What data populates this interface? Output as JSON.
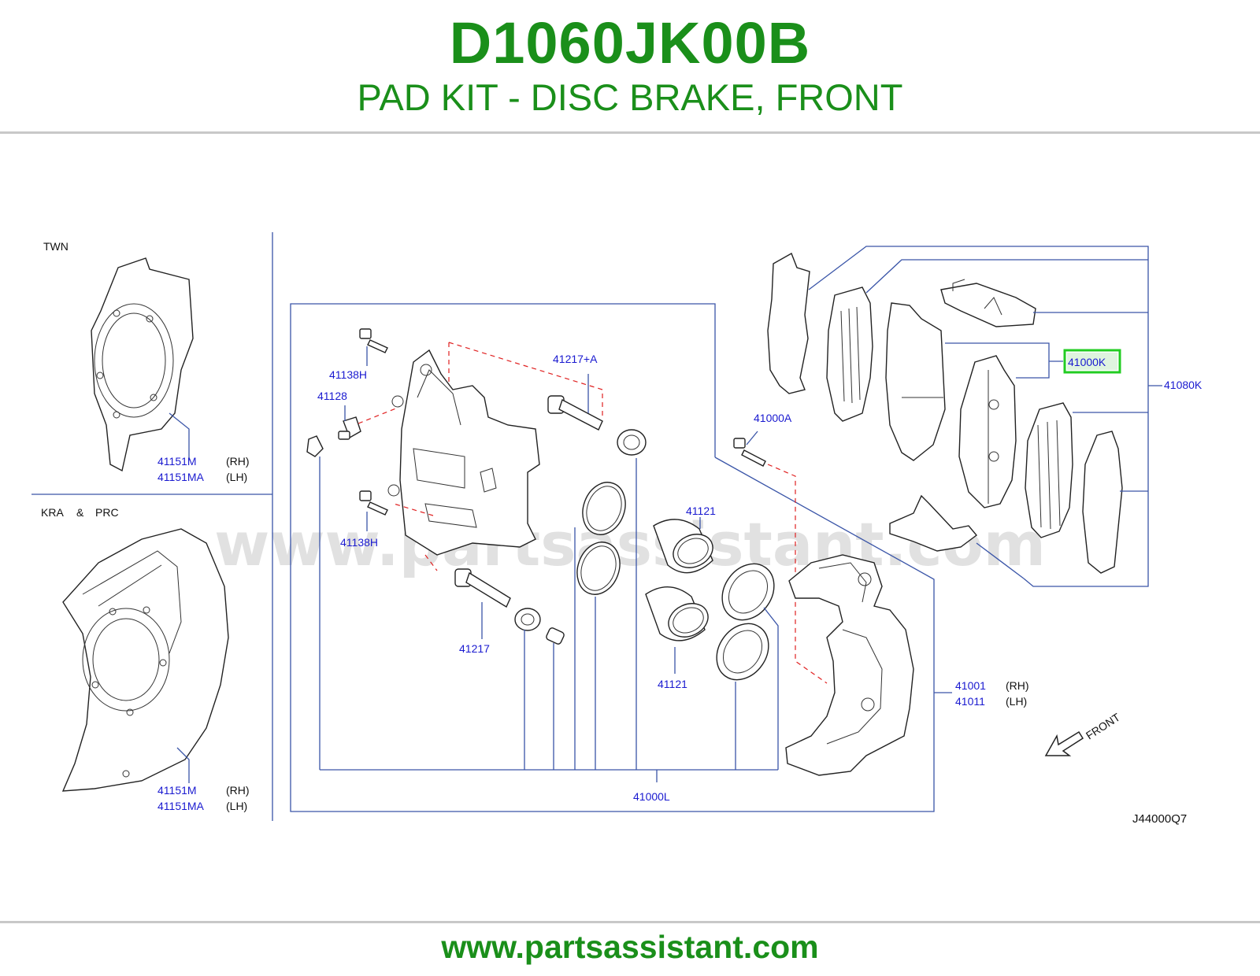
{
  "header": {
    "part_number": "D1060JK00B",
    "description": "PAD KIT - DISC BRAKE, FRONT"
  },
  "diagram": {
    "watermark": "www.partsassistant.com",
    "variant_twn": "TWN",
    "variant_kra": "KRA",
    "variant_amp": "&",
    "variant_prc": "PRC",
    "front_label": "FRONT",
    "drawing_code": "J44000Q7",
    "callouts": {
      "c41151m_top": "41151M",
      "c41151ma_top": "41151MA",
      "c41151m_bottom": "41151M",
      "c41151ma_bottom": "41151MA",
      "rh": "(RH)",
      "lh": "(LH)",
      "c41138h_top": "41138H",
      "c41128": "41128",
      "c41138h_bottom": "41138H",
      "c41217a": "41217+A",
      "c41217": "41217",
      "c41121_top": "41121",
      "c41121_bottom": "41121",
      "c41000a": "41000A",
      "c41000l": "41000L",
      "c41001": "41001",
      "c41011": "41011",
      "c41000k": "41000K",
      "c41080k": "41080K"
    },
    "highlight_color": "#22cc22"
  },
  "footer": {
    "url": "www.partsassistant.com"
  }
}
